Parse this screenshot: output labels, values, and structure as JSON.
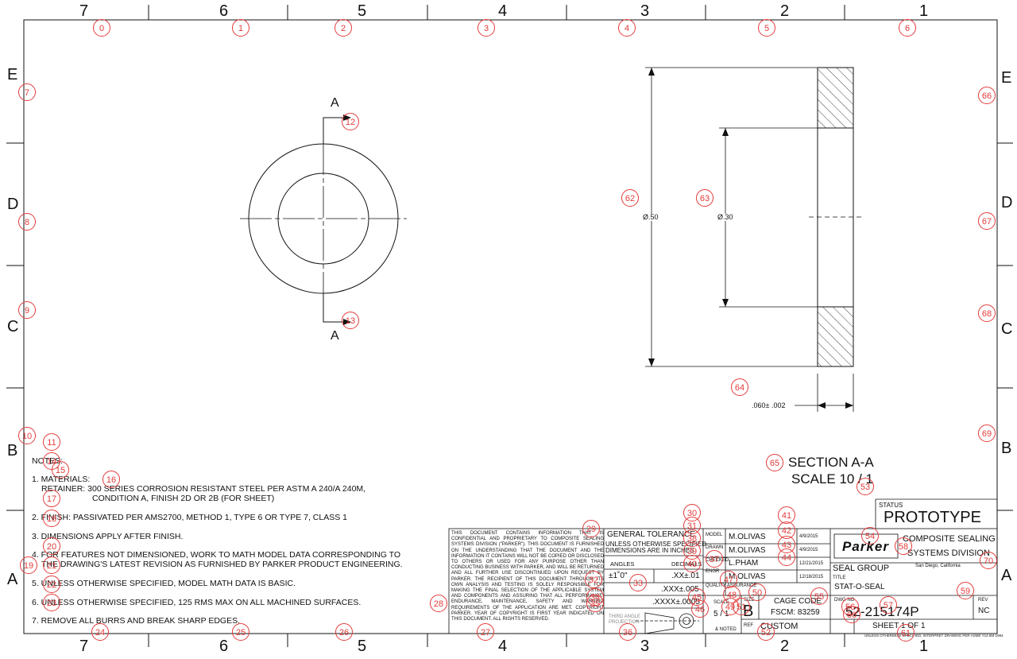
{
  "border_zones": {
    "top_columns": [
      "7",
      "6",
      "5",
      "4",
      "3",
      "2",
      "1"
    ],
    "bottom_columns": [
      "7",
      "6",
      "5",
      "4",
      "3",
      "2",
      "1"
    ],
    "left_rows": [
      "E",
      "D",
      "C",
      "B",
      "A"
    ],
    "right_rows": [
      "E",
      "D",
      "C",
      "B",
      "A"
    ]
  },
  "views": {
    "section_arrow_top_label": "A",
    "section_arrow_bottom_label": "A",
    "section_title": "SECTION A-A",
    "section_scale": "SCALE 10 / 1",
    "dim_outer_diameter": "Ø.50",
    "dim_inner_diameter": "Ø.30",
    "dim_thickness": ".060± .002"
  },
  "notes": {
    "heading": "NOTES:",
    "lines": [
      "1. MATERIALS:",
      "RETAINER:   300 SERIES CORROSION RESISTANT STEEL PER ASTM A 240/A 240M,",
      "CONDITION A, FINISH 2D OR 2B (FOR SHEET)",
      "2. FINISH:   PASSIVATED PER AMS2700, METHOD 1, TYPE 6 OR TYPE 7, CLASS 1",
      "3. DIMENSIONS APPLY AFTER FINISH.",
      "4. FOR FEATURES NOT DIMENSIONED, WORK TO MATH MODEL DATA CORRESPONDING TO",
      "THE DRAWING'S LATEST REVISION AS FURNISHED BY PARKER PRODUCT ENGINEERING.",
      "5. UNLESS OTHERWISE SPECIFIED, MODEL MATH DATA IS BASIC.",
      "6. UNLESS OTHERWISE SPECIFIED, 125 RMS MAX ON ALL MACHINED SURFACES.",
      "7. REMOVE ALL BURRS AND BREAK SHARP EDGES."
    ]
  },
  "title_block": {
    "disclaimer": "THIS DOCUMENT CONTAINS INFORMATION THAT IS CONFIDENTIAL AND PROPRIETARY TO COMPOSITE SEALING SYSTEMS DIVISION (\"PARKER\"). THIS DOCUMENT IS FURNISHED ON THE UNDERSTANDING THAT THE DOCUMENT AND THE INFORMATION IT CONTAINS WILL NOT BE COPIED OR DISCLOSED TO OTHERS OR USED FOR ANY PURPOSE OTHER THAN CONDUCTING BUSINESS WITH PARKER, AND WILL BE RETURNED AND ALL FURTHER USE DISCONTINUED UPON REQUEST BY PARKER. THE RECIPIENT OF THIS DOCUMENT THROUGH ITS OWN ANALYSIS AND TESTING IS SOLELY RESPONSIBLE FOR MAKING THE FINAL SELECTION OF THE APPLICABLE SYSTEM AND COMPONENTS AND ASSURING THAT ALL PERFORMANCE, ENDURANCE, MAINTENANCE, SAFETY AND WARNING REQUIREMENTS OF THE APPLICATION ARE MET. COPYRIGHT PARKER. YEAR OF COPYRIGHT IS FIRST YEAR INDICATED ON THIS DOCUMENT. ALL RIGHTS RESERVED.",
    "general_tolerance": "GENERAL TOLERANCE",
    "unless_specified": "UNLESS OTHERWISE SPECIFIED",
    "dimensions_in": "DIMENSIONS ARE IN INCHES",
    "angles_label": "ANGLES",
    "decimals_label": "DECIMALS",
    "angle_tol": "±1˚0\"",
    "tol_xx": ".XX±.01",
    "tol_xxx": ".XXX±.005",
    "tol_xxxx": ".XXXX±.0005",
    "third_angle": "THIRD ANGLE PROJECTION",
    "model_label": "MODEL",
    "model_name": "M.OLIVAS",
    "model_date": "4/9/2015",
    "drawn_label": "DRAWN",
    "drawn_name": "M.OLIVAS",
    "drawn_date": "4/9/2015",
    "checked_label": "CHECKED",
    "checked_name": "L.PHAM",
    "checked_date": "12/21/2015",
    "engr_label": "ENGR",
    "engr_name": "M.OLIVAS",
    "engr_date": "12/18/2015",
    "quality_label": "QUALITY ASSURANCE",
    "scale_label": "SCALE",
    "scale_value": "5 / 1",
    "as_noted": "& NOTED",
    "size_label": "SIZE",
    "size_value": "B",
    "cage_label": "CAGE CODE",
    "fscm": "FSCM: 83259",
    "ref_label": "REF",
    "ref_value": "CUSTOM",
    "status_label": "STATUS",
    "status_value": "PROTOTYPE",
    "logo_text": "Parker",
    "division_line1": "COMPOSITE SEALING",
    "division_line2": "SYSTEMS DIVISION",
    "location": "San Diego, California",
    "group": "SEAL GROUP",
    "title_label": "TITLE",
    "title_value": "STAT-O-SEAL",
    "dwg_label": "DWG NO",
    "dwg_value": "52-215174P",
    "rev_label": "REV",
    "rev_value": "NC",
    "sheet": "SHEET 1 OF 1",
    "footer_note": "UNLESS OTHERWISE SPECIFIED, INTERPRET DRAWING PER ASME Y14.5M-1994"
  },
  "callouts": [
    "0",
    "1",
    "2",
    "3",
    "4",
    "5",
    "6",
    "7",
    "8",
    "9",
    "10",
    "11",
    "12",
    "13",
    "14",
    "15",
    "16",
    "17",
    "18",
    "19",
    "20",
    "21",
    "22",
    "23",
    "24",
    "25",
    "26",
    "27",
    "28",
    "29",
    "30",
    "31",
    "32",
    "33",
    "34",
    "35",
    "36",
    "37",
    "38",
    "39",
    "40",
    "41",
    "42",
    "43",
    "44",
    "45",
    "46",
    "47",
    "48",
    "49",
    "50",
    "51",
    "52",
    "53",
    "54",
    "55",
    "56",
    "57",
    "58",
    "59",
    "60",
    "61",
    "62",
    "63",
    "64",
    "65",
    "66",
    "67",
    "68",
    "69",
    "70"
  ]
}
